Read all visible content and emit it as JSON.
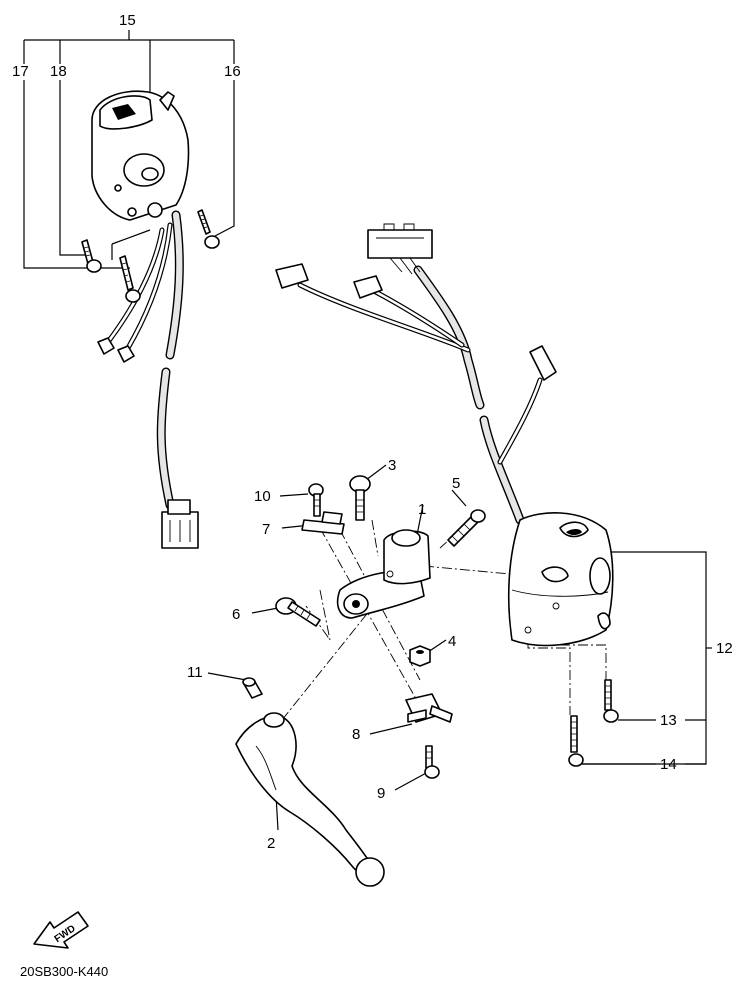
{
  "callouts": {
    "c1": "1",
    "c2": "2",
    "c3": "3",
    "c4": "4",
    "c5": "5",
    "c6": "6",
    "c7": "7",
    "c8": "8",
    "c9": "9",
    "c10": "10",
    "c11": "11",
    "c12": "12",
    "c13": "13",
    "c14": "14",
    "c15": "15",
    "c16": "16",
    "c17": "17",
    "c18": "18"
  },
  "fwd_label": "FWD",
  "diagram_code": "20SB300-K440"
}
